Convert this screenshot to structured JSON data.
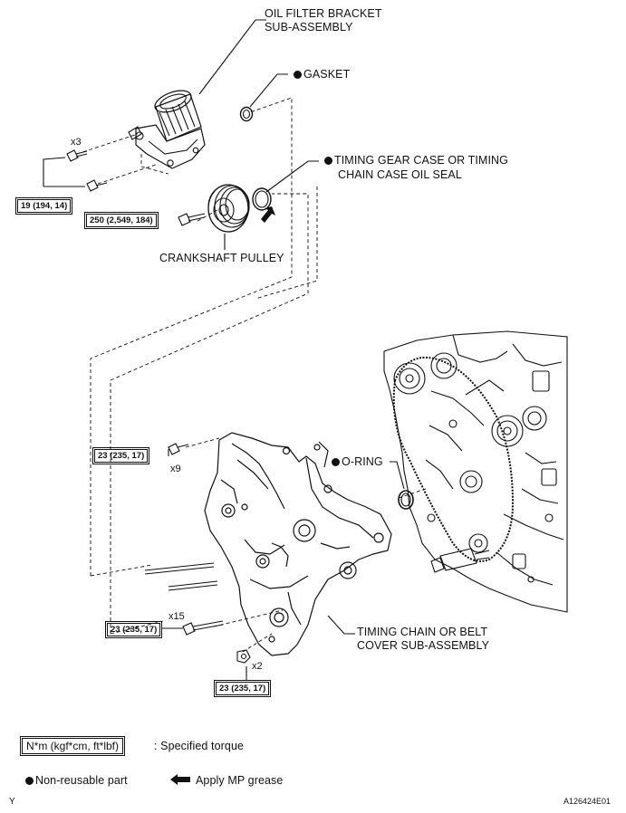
{
  "labels": {
    "oil_filter_bracket": "OIL FILTER BRACKET",
    "oil_filter_bracket_2": "SUB-ASSEMBLY",
    "gasket": "GASKET",
    "oil_seal_1": "TIMING GEAR CASE OR TIMING",
    "oil_seal_2": "CHAIN CASE OIL SEAL",
    "crankshaft_pulley": "CRANKSHAFT PULLEY",
    "o_ring": "O-RING",
    "timing_cover_1": "TIMING CHAIN OR BELT",
    "timing_cover_2": "COVER SUB-ASSEMBLY"
  },
  "torques": {
    "bracket_bolts": "19 (194, 14)",
    "pulley_bolt": "250 (2,549, 184)",
    "cover_bolts_upper": "23 (235, 17)",
    "cover_bolts_lower": "23 (235, 17)",
    "cover_nuts": "23 (235, 17)"
  },
  "quantities": {
    "bracket_bolts": "x3",
    "cover_bolts_upper": "x9",
    "cover_bolts_lower": "x15",
    "cover_nuts": "x2"
  },
  "legend": {
    "torque_unit": "N*m (kgf*cm, ft*lbf)",
    "torque_desc": ": Specified torque",
    "non_reusable": "Non-reusable part",
    "mp_grease": "Apply MP grease"
  },
  "corner": {
    "left": "Y",
    "right": "A126424E01"
  }
}
